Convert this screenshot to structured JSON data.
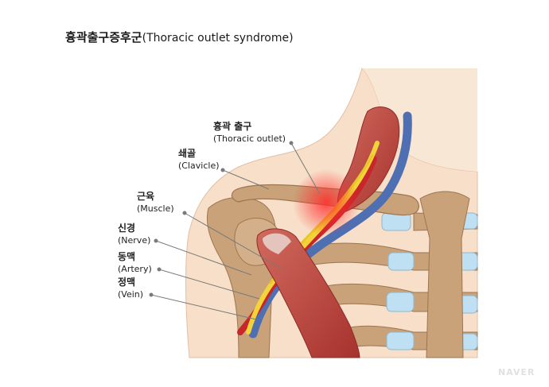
{
  "title": {
    "korean": "흉곽출구증후군",
    "english": "(Thoracic outlet syndrome)"
  },
  "labels": {
    "thoracic_outlet": {
      "ko": "흉곽 출구",
      "en": "(Thoracic outlet)"
    },
    "clavicle": {
      "ko": "쇄골",
      "en": "(Clavicle)"
    },
    "muscle": {
      "ko": "근육",
      "en": "(Muscle)"
    },
    "nerve": {
      "ko": "신경",
      "en": "(Nerve)"
    },
    "artery": {
      "ko": "동맥",
      "en": "(Artery)"
    },
    "vein": {
      "ko": "정맥",
      "en": "(Vein)"
    }
  },
  "watermark": "NAVER",
  "colors": {
    "skin": "#f7dfc9",
    "bone": "#c9a27a",
    "cartilage": "#bfe0f2",
    "muscle": "#b83a35",
    "nerve": "#f2d43a",
    "artery": "#c9262b",
    "vein": "#4f6fb3",
    "highlight": "#ff3b3b"
  }
}
